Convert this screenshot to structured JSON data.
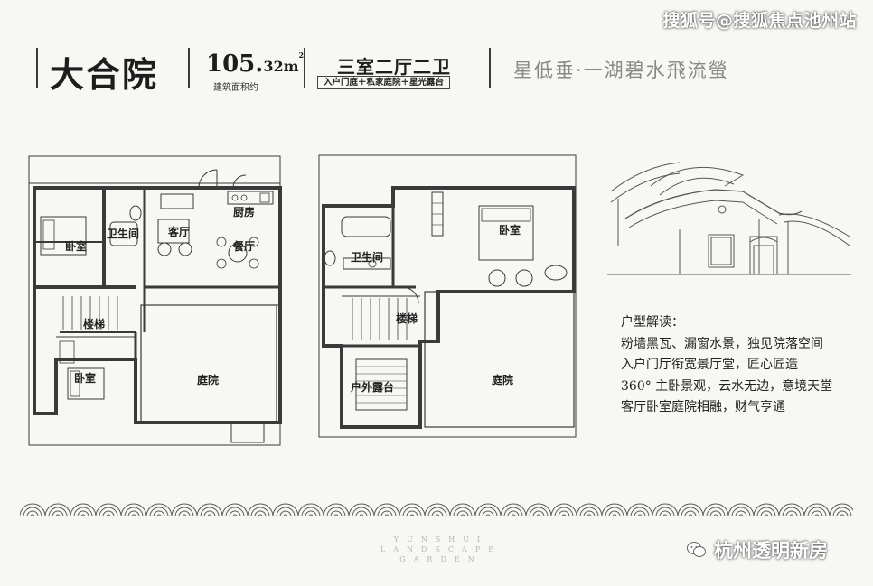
{
  "watermark_top": "搜狐号@搜狐焦点池州站",
  "header": {
    "title": "大合院",
    "area_int": "105.",
    "area_dec": "32",
    "area_unit": "m",
    "area_sup": "2",
    "area_label": "建筑面积约",
    "layout": "三室二厅二卫",
    "features": "入户门庭＋私家庭院＋星光露台",
    "slogan": "星低垂·一湖碧水飛流螢"
  },
  "floor1": {
    "rooms": {
      "bedroom_a": "卧室",
      "bathroom": "卫生间",
      "living": "客厅",
      "kitchen": "厨房",
      "dining": "餐厅",
      "stairs": "楼梯",
      "bedroom_b": "卧室",
      "courtyard": "庭院"
    }
  },
  "floor2": {
    "rooms": {
      "bathroom": "卫生间",
      "bedroom": "卧室",
      "stairs": "楼梯",
      "terrace": "户外露台",
      "courtyard": "庭院"
    }
  },
  "description": {
    "heading": "户型解读：",
    "lines": [
      "粉墙黑瓦、漏窗水景，独见院落空间",
      "入户门厅衔宽景厅堂，匠心匠造",
      "360° 主卧景观，云水无边，意境天堂",
      "客厅卧室庭院相融，财气亨通"
    ]
  },
  "brand": [
    "YUNSHUI",
    "LANDSCAPE",
    "GARDEN"
  ],
  "watermark_bottom": "杭州透明新房",
  "colors": {
    "wall": "#3a3a3a",
    "paper": "#f7f7f3",
    "line": "#555555"
  }
}
